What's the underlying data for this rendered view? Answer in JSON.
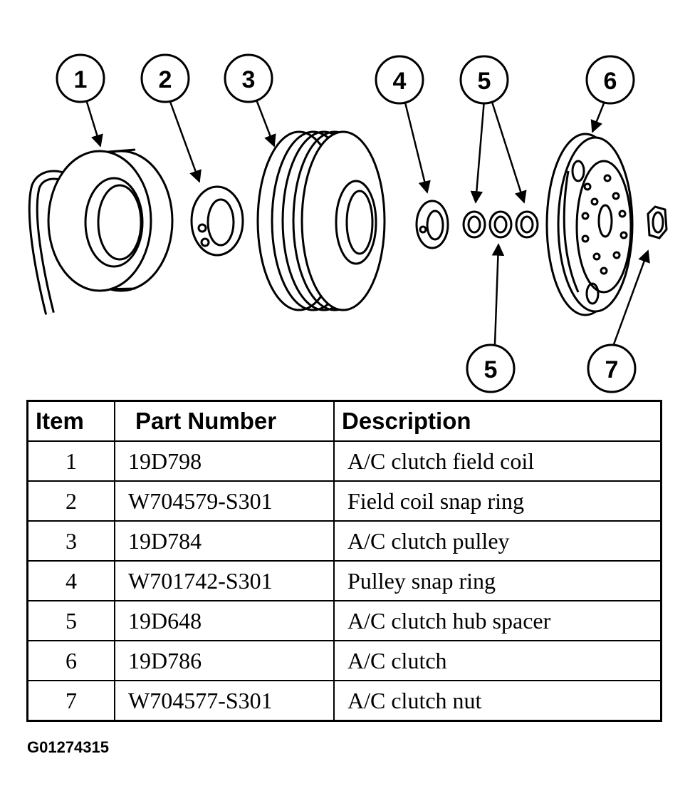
{
  "callouts": [
    "1",
    "2",
    "3",
    "4",
    "5",
    "6",
    "5",
    "7"
  ],
  "table": {
    "headers": {
      "item": "Item",
      "part_number": "Part Number",
      "description": "Description"
    },
    "rows": [
      {
        "item": "1",
        "part_number": "19D798",
        "description": "A/C clutch field coil"
      },
      {
        "item": "2",
        "part_number": "W704579-S301",
        "description": "Field coil snap ring"
      },
      {
        "item": "3",
        "part_number": "19D784",
        "description": "A/C clutch pulley"
      },
      {
        "item": "4",
        "part_number": "W701742-S301",
        "description": "Pulley snap ring"
      },
      {
        "item": "5",
        "part_number": "19D648",
        "description": "A/C clutch hub spacer"
      },
      {
        "item": "6",
        "part_number": "19D786",
        "description": "A/C clutch"
      },
      {
        "item": "7",
        "part_number": "W704577-S301",
        "description": "A/C clutch nut"
      }
    ]
  },
  "figure_code": "G01274315"
}
